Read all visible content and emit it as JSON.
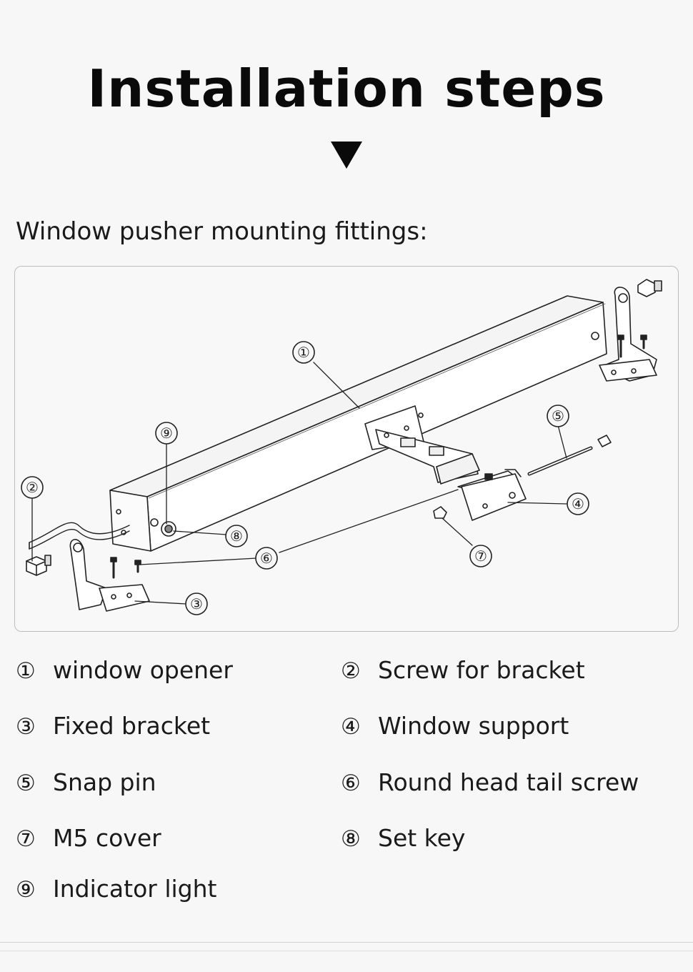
{
  "header": {
    "title": "Installation steps"
  },
  "section": {
    "subtitle": "Window pusher mounting fittings:"
  },
  "callouts": [
    "①",
    "②",
    "③",
    "④",
    "⑤",
    "⑥",
    "⑦",
    "⑧",
    "⑨"
  ],
  "legend": [
    {
      "num": "①",
      "label": "window opener"
    },
    {
      "num": "②",
      "label": "Screw for bracket"
    },
    {
      "num": "③",
      "label": "Fixed bracket"
    },
    {
      "num": "④",
      "label": "Window support"
    },
    {
      "num": "⑤",
      "label": "Snap pin"
    },
    {
      "num": "⑥",
      "label": "Round head tail screw"
    },
    {
      "num": "⑦",
      "label": "M5 cover"
    },
    {
      "num": "⑧",
      "label": "Set key"
    },
    {
      "num": "⑨",
      "label": "Indicator light"
    }
  ]
}
